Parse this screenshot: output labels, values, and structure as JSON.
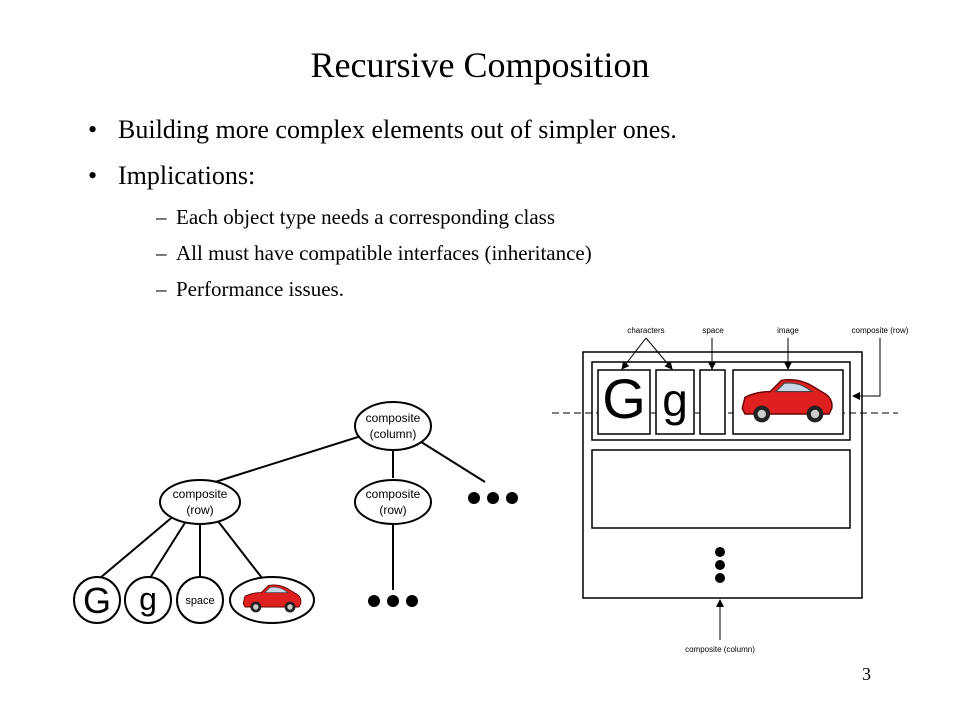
{
  "title": "Recursive Composition",
  "bullets": [
    "Building more complex elements out of simpler ones.",
    "Implications:"
  ],
  "sub_bullets": [
    "Each object type needs a corresponding class",
    "All must have compatible interfaces (inheritance)",
    "Performance issues."
  ],
  "tree": {
    "root_line1": "composite",
    "root_line2": "(column)",
    "row_line1": "composite",
    "row_line2": "(row)",
    "leaf_G": "G",
    "leaf_g": "g",
    "leaf_space": "space"
  },
  "layout_diagram": {
    "label_characters": "characters",
    "label_space": "space",
    "label_image": "image",
    "label_composite_row": "composite (row)",
    "label_composite_column": "composite (column)",
    "glyph_G": "G",
    "glyph_g": "g"
  },
  "page_number": "3",
  "colors": {
    "car": "#e02020"
  }
}
